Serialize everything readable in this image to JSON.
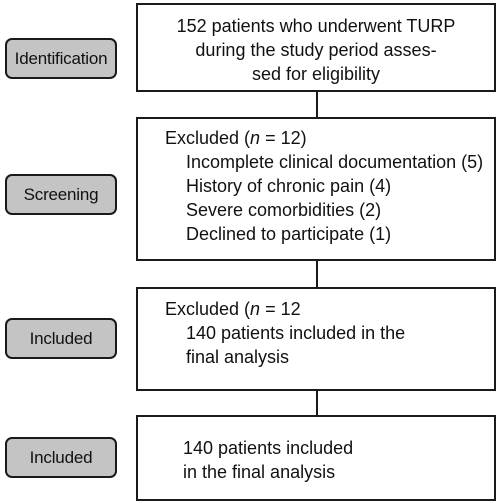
{
  "stages": [
    {
      "label": "Identification"
    },
    {
      "label": "Screening"
    },
    {
      "label": "Included"
    },
    {
      "label": "Included"
    }
  ],
  "identification_box": {
    "lines": [
      "152 patients who underwent TURP",
      "during the study period asses-",
      "sed for eligibility"
    ]
  },
  "screening_box": {
    "heading_prefix": "Excluded (",
    "n_symbol": "n",
    "heading_suffix": " = 12)",
    "reasons": [
      "Incomplete clinical documentation (5)",
      "History of chronic pain (4)",
      "Severe comorbidities (2)",
      "Declined to participate (1)"
    ]
  },
  "included_box_1": {
    "heading_prefix": "Excluded (",
    "n_symbol": "n",
    "heading_suffix": " = 12",
    "lines": [
      "140 patients included in the",
      "final analysis"
    ]
  },
  "included_box_2": {
    "lines": [
      "140 patients included",
      "in the final analysis"
    ]
  }
}
